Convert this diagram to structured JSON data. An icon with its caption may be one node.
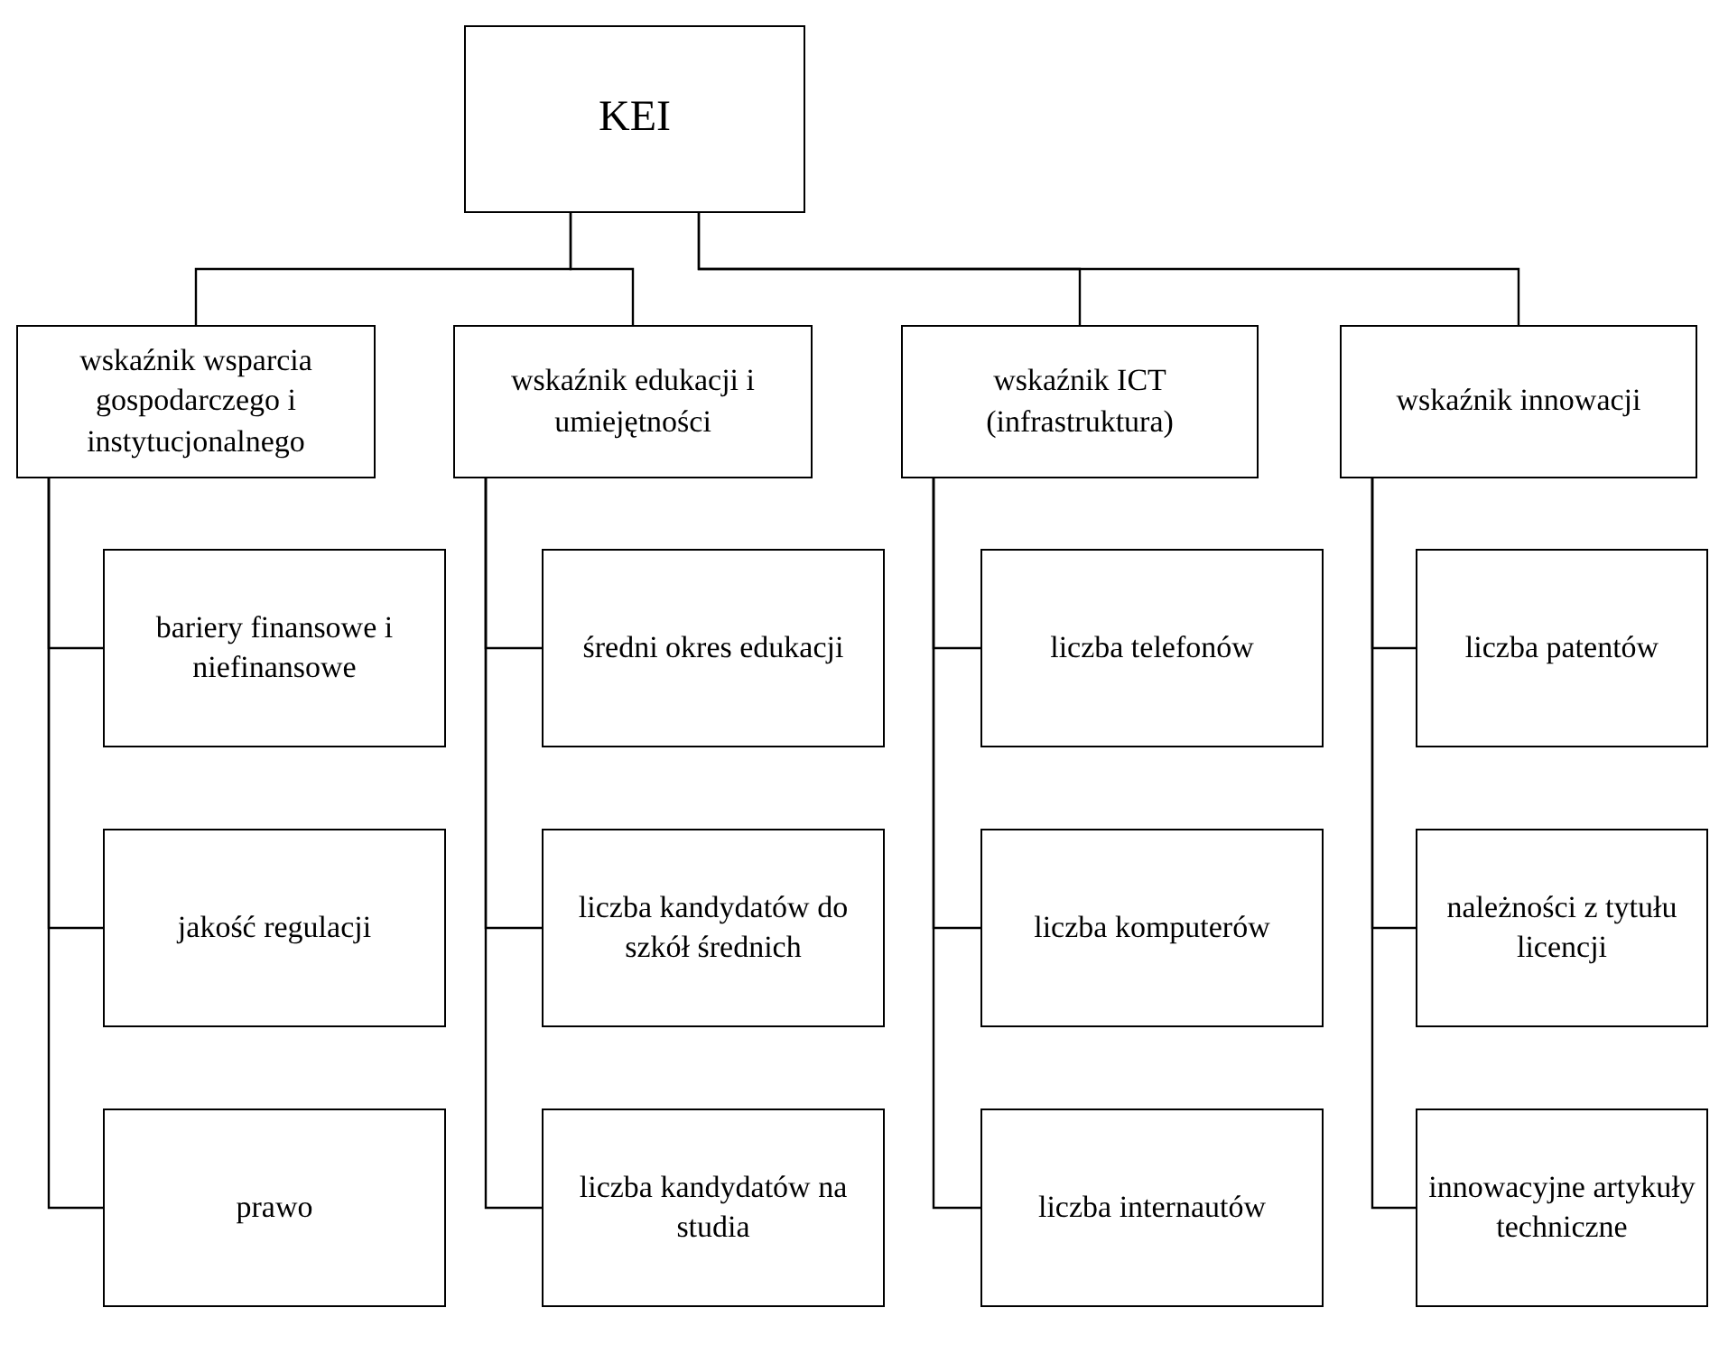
{
  "diagram": {
    "nodes": [
      {
        "text": [
          "KEI"
        ]
      },
      {
        "text": [
          "wskaźnik wsparcia gospodarczego i instytucjonalnego"
        ]
      },
      {
        "text": [
          "wskaźnik edukacji i umiejętności"
        ]
      },
      {
        "text": [
          "wskaźnik ICT (infrastruktura)"
        ]
      },
      {
        "text": [
          "wskaźnik innowacji"
        ]
      },
      {
        "text": [
          "bariery finansowe i niefinansowe"
        ]
      },
      {
        "text": [
          "jakość regulacji"
        ]
      },
      {
        "text": [
          "prawo"
        ]
      },
      {
        "text": [
          "średni okres edukacji"
        ]
      },
      {
        "text": [
          "liczba kandydatów do szkół średnich"
        ]
      },
      {
        "text": [
          "liczba kandydatów na studia"
        ]
      },
      {
        "text": [
          "liczba telefonów"
        ]
      },
      {
        "text": [
          "liczba komputerów"
        ]
      },
      {
        "text": [
          "liczba internautów"
        ]
      },
      {
        "text": [
          "liczba patentów"
        ]
      },
      {
        "text": [
          "należności z tytułu licencji"
        ]
      },
      {
        "text": [
          "innowacyjne artykuły techniczne"
        ]
      }
    ],
    "edges": [
      {
        "from": 0,
        "to": 1,
        "arrow": "none"
      },
      {
        "from": 0,
        "to": 2,
        "arrow": "none"
      },
      {
        "from": 0,
        "to": 3,
        "arrow": "none"
      },
      {
        "from": 0,
        "to": 4,
        "arrow": "none"
      },
      {
        "from": 1,
        "to": 5,
        "arrow": "none"
      },
      {
        "from": 1,
        "to": 6,
        "arrow": "none"
      },
      {
        "from": 1,
        "to": 7,
        "arrow": "none"
      },
      {
        "from": 2,
        "to": 8,
        "arrow": "none"
      },
      {
        "from": 2,
        "to": 9,
        "arrow": "none"
      },
      {
        "from": 2,
        "to": 10,
        "arrow": "none"
      },
      {
        "from": 3,
        "to": 11,
        "arrow": "none"
      },
      {
        "from": 3,
        "to": 12,
        "arrow": "none"
      },
      {
        "from": 3,
        "to": 13,
        "arrow": "none"
      },
      {
        "from": 4,
        "to": 14,
        "arrow": "none"
      },
      {
        "from": 4,
        "to": 15,
        "arrow": "none"
      },
      {
        "from": 4,
        "to": 16,
        "arrow": "none"
      }
    ]
  }
}
